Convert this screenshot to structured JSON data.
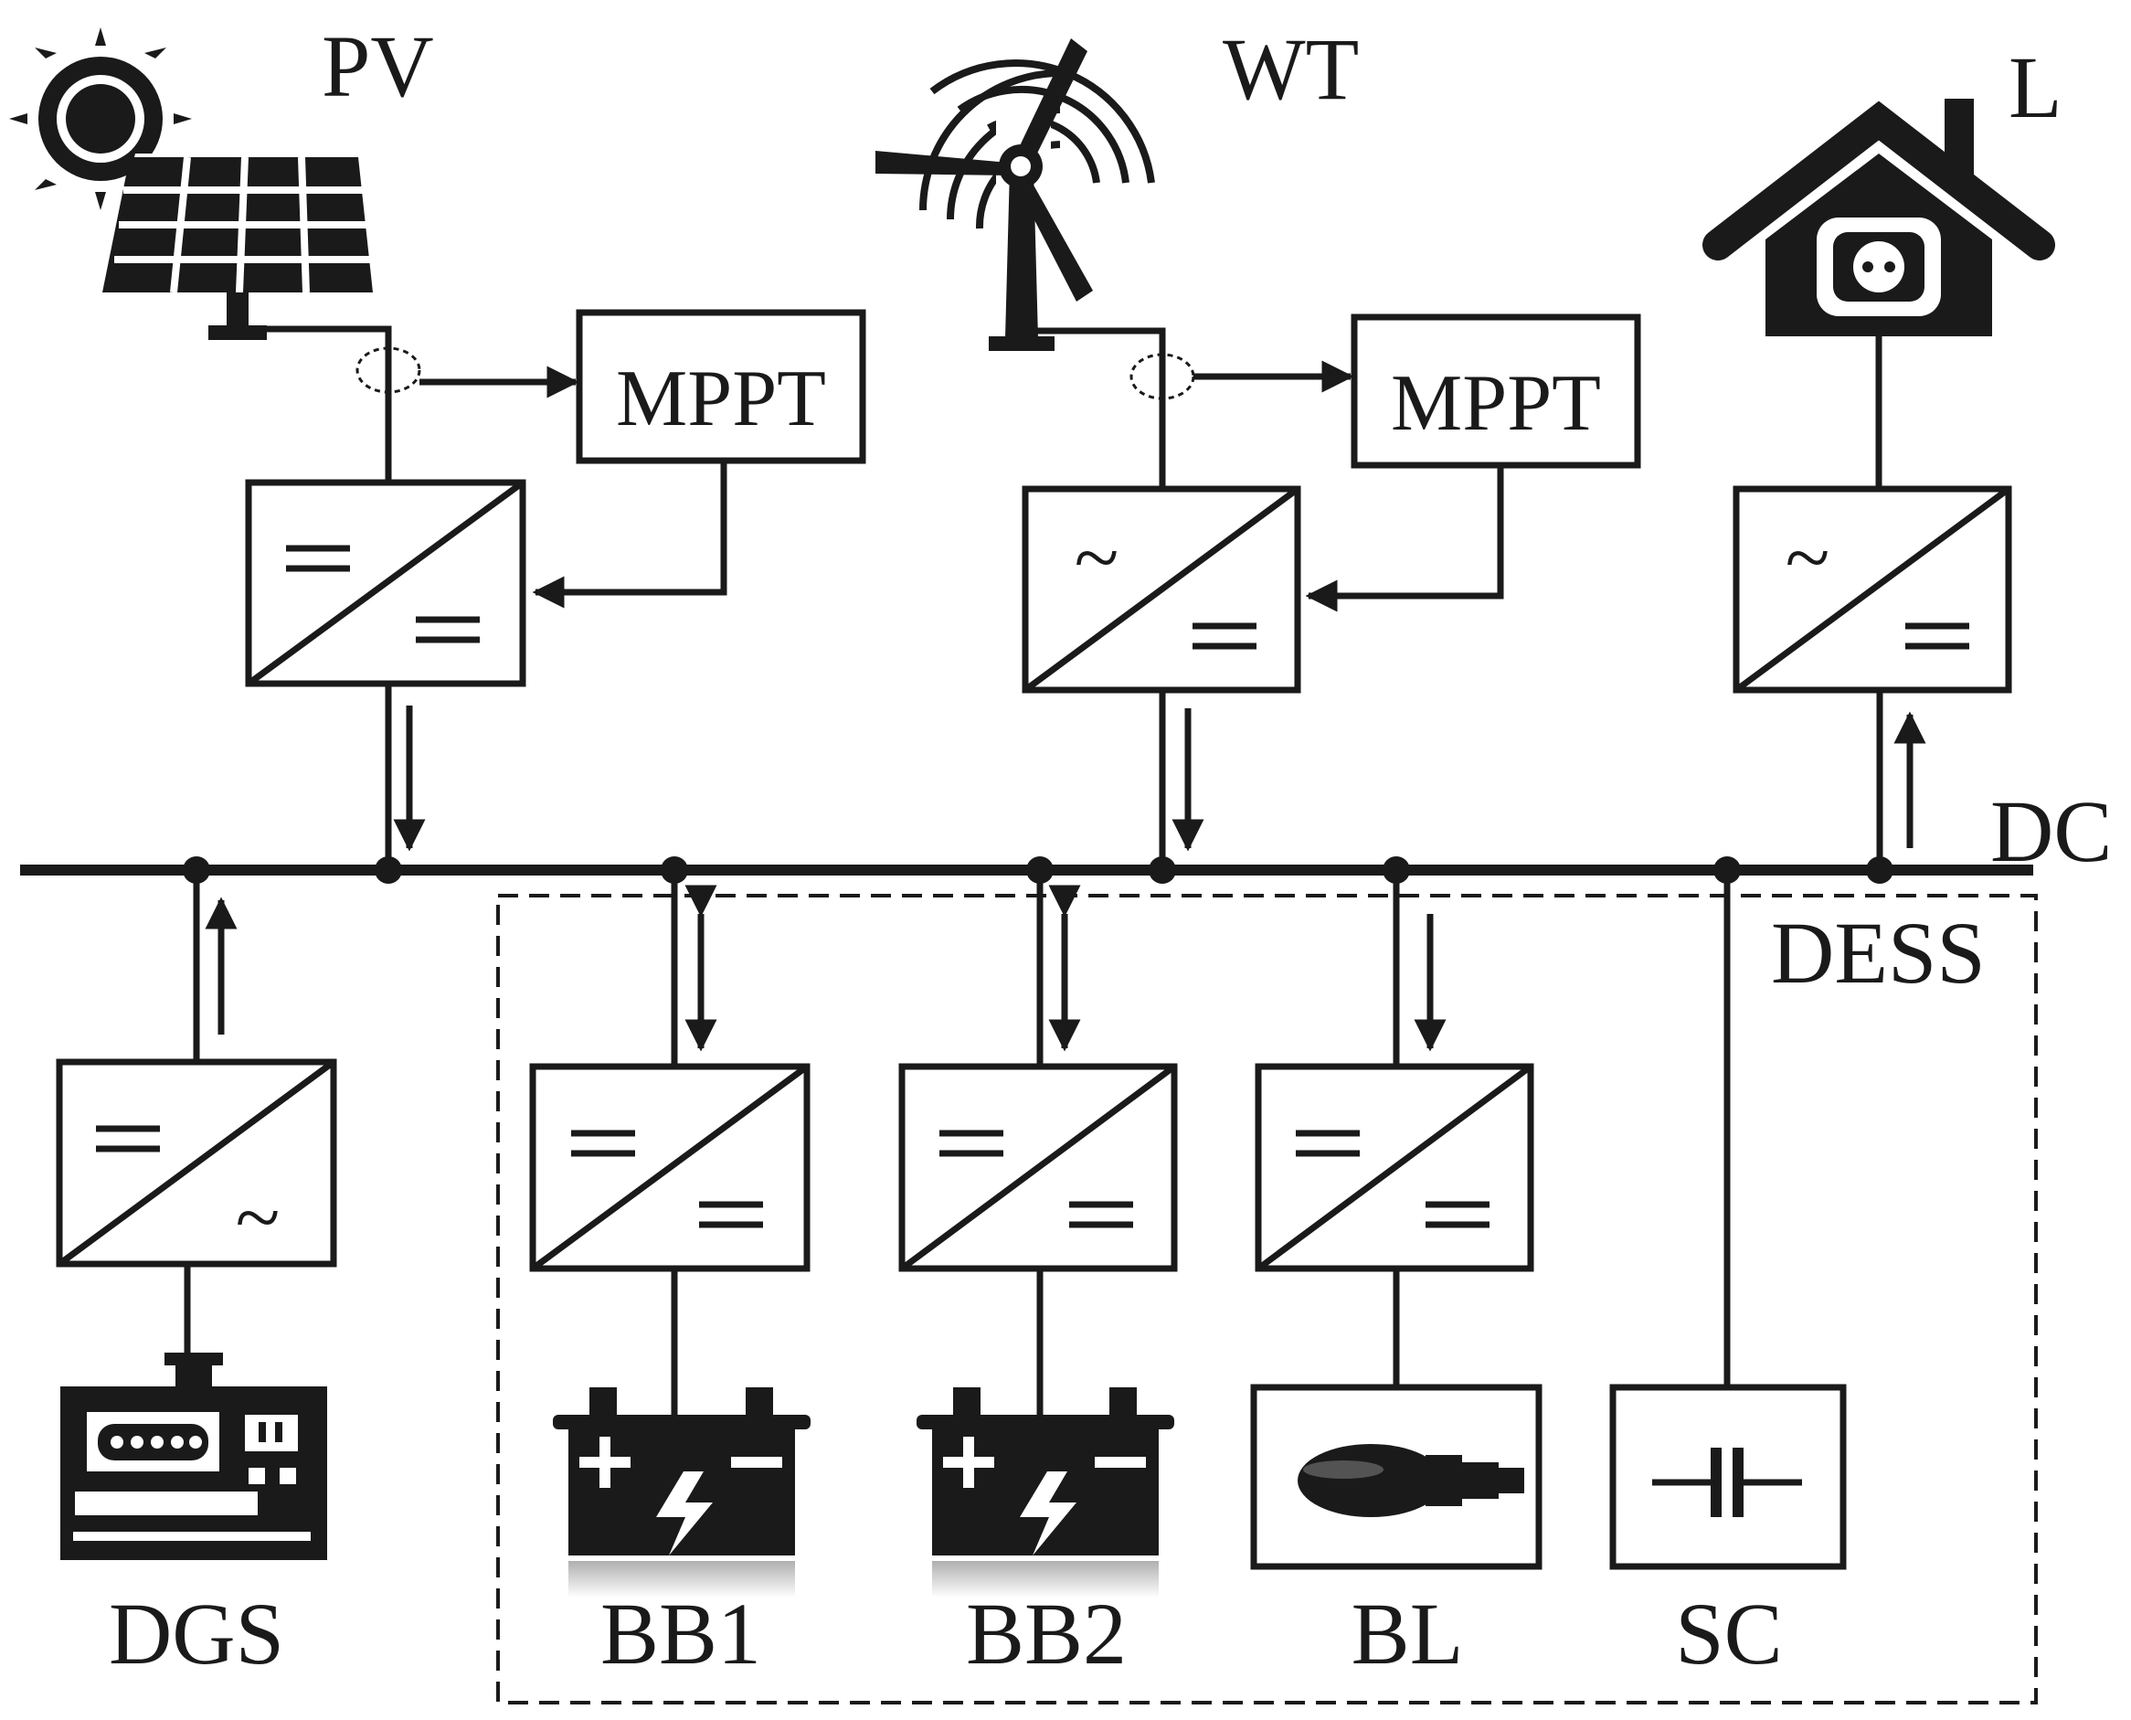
{
  "labels": {
    "pv": "PV",
    "wt": "WT",
    "load": "L",
    "dc_bus": "DC",
    "dess": "DESS",
    "dgs": "DGS",
    "bb1": "BB1",
    "bb2": "BB2",
    "bl": "BL",
    "sc": "SC"
  },
  "controllers": {
    "pv_mppt": "MPPT",
    "wt_mppt": "MPPT"
  },
  "symbols": {
    "dc": "=",
    "ac": "~",
    "plus": "+",
    "minus": "−"
  },
  "icons": {
    "pv": "solar-panel-icon",
    "wt": "wind-turbine-icon",
    "load": "house-socket-icon",
    "dgs": "diesel-generator-icon",
    "bb1": "battery-icon",
    "bb2": "battery-icon",
    "bl": "bottle-icon",
    "sc": "capacitor-icon"
  },
  "converters": {
    "pv": {
      "top": "dc",
      "bottom": "dc"
    },
    "wt": {
      "top": "ac",
      "bottom": "dc"
    },
    "load": {
      "top": "ac",
      "bottom": "dc"
    },
    "dgs": {
      "top": "dc",
      "bottom": "ac"
    },
    "bb1": {
      "top": "dc",
      "bottom": "dc"
    },
    "bb2": {
      "top": "dc",
      "bottom": "dc"
    },
    "bl": {
      "top": "dc",
      "bottom": "dc"
    }
  },
  "power_flow": {
    "pv": "to-bus",
    "wt": "to-bus",
    "load": "from-bus",
    "dgs": "to-bus",
    "bb1": "bidirectional",
    "bb2": "bidirectional",
    "bl": "from-bus"
  }
}
